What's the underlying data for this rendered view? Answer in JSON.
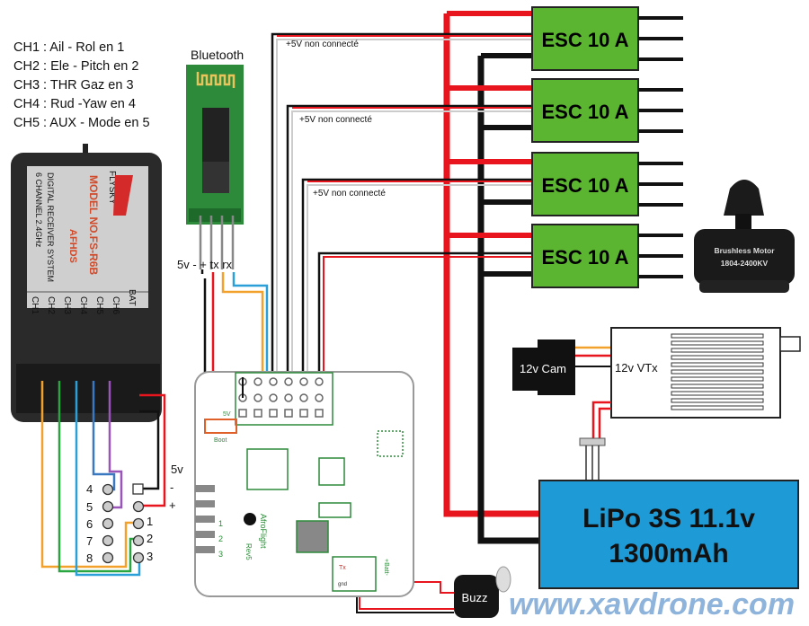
{
  "channels": [
    "CH1 : Ail - Rol en 1",
    "CH2 : Ele - Pitch en 2",
    "CH3 : THR  Gaz en 3",
    "CH4 : Rud -Yaw en 4",
    "CH5 : AUX - Mode en 5"
  ],
  "bluetooth": {
    "title": "Bluetooth",
    "pins_label": "5v - + tx rx"
  },
  "receiver": {
    "brand": "FLYSKY",
    "model": "MODEL NO.FS-R6B",
    "desc": "6 CHANNEL 2.4GHz DIGITAL RECEIVER SYSTEM",
    "afhds": "AFHDS",
    "ports": [
      "CH1",
      "CH2",
      "CH3",
      "CH4",
      "CH5",
      "CH6",
      "BAT"
    ]
  },
  "header": {
    "left_labels": [
      "4",
      "5",
      "6",
      "7",
      "8"
    ],
    "right_labels": [
      "1",
      "2",
      "3"
    ],
    "power_label": "5v",
    "minus": "-",
    "plus": "+"
  },
  "flight_controller": {
    "name": "AfroFlight",
    "rev": "Rev5",
    "labels": {
      "boot": "Boot",
      "v5": "5V",
      "tx": "Tx",
      "gnd": "gnd",
      "batt": "+Batt-",
      "pins": [
        "1",
        "2",
        "3"
      ]
    }
  },
  "esc_note": "+5V non connecté",
  "escs": [
    "ESC 10 A",
    "ESC 10 A",
    "ESC 10 A",
    "ESC 10 A"
  ],
  "motor": {
    "line1": "Brushless  Motor",
    "line2": "1804-2400KV"
  },
  "camera": "12v Cam",
  "vtx": "12v VTx",
  "battery": {
    "line1": "LiPo 3S 11.1v",
    "line2": "1300mAh",
    "color": "#1e9bd7"
  },
  "buzzer": "Buzz",
  "watermark": "www.xavdrone.com",
  "colors": {
    "esc": "#5cb531",
    "red_wire": "#e8141e",
    "black_wire": "#111111",
    "orange": "#f2a12c",
    "blue": "#2a9fd8",
    "green": "#2aa640",
    "purple": "#9a55b8",
    "pcb": "#2d8a3a"
  }
}
